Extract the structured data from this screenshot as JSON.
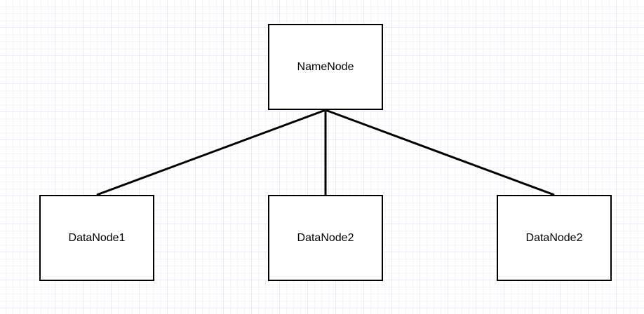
{
  "diagram": {
    "nodes": [
      {
        "id": "namenode",
        "label": "NameNode"
      },
      {
        "id": "datanode1",
        "label": "DataNode1"
      },
      {
        "id": "datanode2",
        "label": "DataNode2"
      },
      {
        "id": "datanode3",
        "label": "DataNode2"
      }
    ],
    "edges": [
      {
        "from": "namenode",
        "to": "datanode1"
      },
      {
        "from": "namenode",
        "to": "datanode2"
      },
      {
        "from": "namenode",
        "to": "datanode3"
      }
    ],
    "colors": {
      "stroke": "#000000",
      "grid": "#e9e9f5",
      "background": "#ffffff"
    }
  }
}
